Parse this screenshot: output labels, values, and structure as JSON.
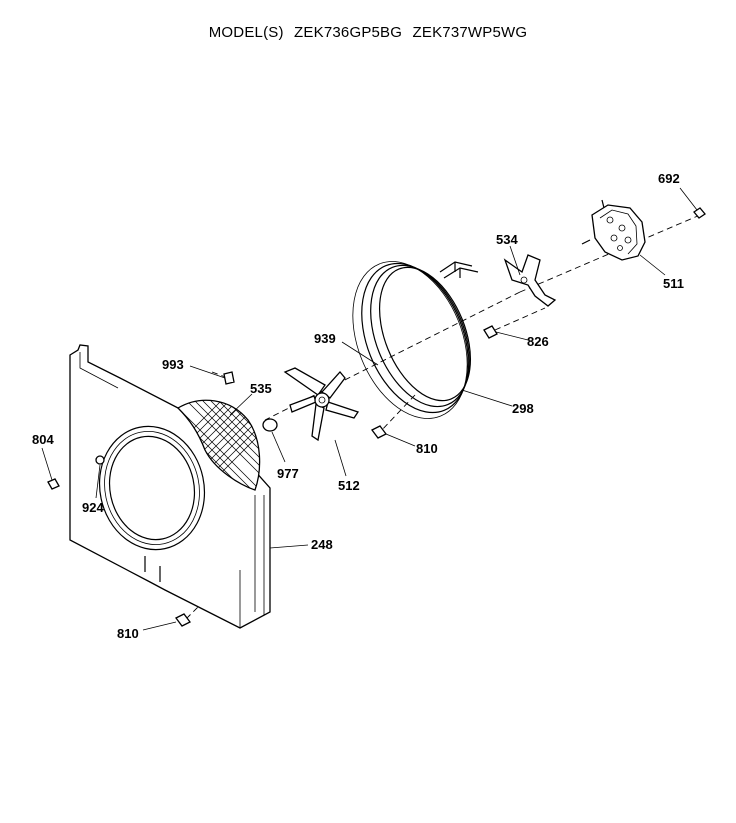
{
  "header": {
    "prefix": "MODEL(S)",
    "models": [
      "ZEK736GP5BG",
      "ZEK737WP5WG"
    ]
  },
  "callouts": [
    "692",
    "534",
    "511",
    "826",
    "939",
    "298",
    "993",
    "535",
    "810",
    "804",
    "977",
    "512",
    "924",
    "248",
    "810"
  ]
}
